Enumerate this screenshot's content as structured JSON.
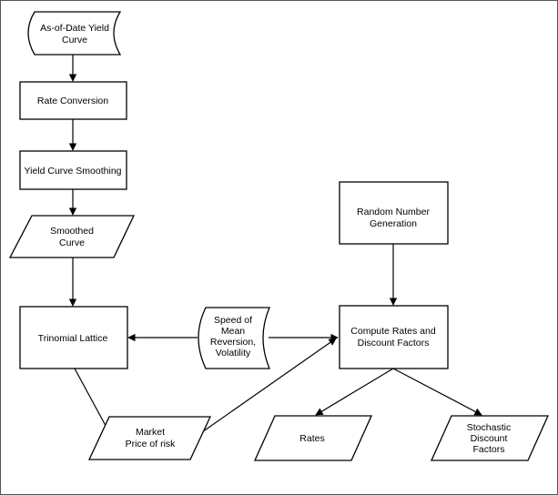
{
  "nodes": {
    "as_of_date": [
      "As-of-Date Yield",
      "Curve"
    ],
    "rate_conversion": [
      "Rate Conversion"
    ],
    "yield_curve_smoothing": [
      "Yield Curve Smoothing"
    ],
    "smoothed_curve": [
      "Smoothed",
      "Curve"
    ],
    "trinomial_lattice": [
      "Trinomial Lattice"
    ],
    "speed_of_mean_reversion": [
      "Speed of",
      "Mean",
      "Reversion,",
      "Volatility"
    ],
    "market_price_of_risk": [
      "Market",
      "Price of risk"
    ],
    "random_number_generation": [
      "Random Number",
      "Generation"
    ],
    "compute_rates": [
      "Compute Rates and",
      "Discount Factors"
    ],
    "rates": [
      "Rates"
    ],
    "stochastic_discount_factors": [
      "Stochastic",
      "Discount",
      "Factors"
    ]
  }
}
